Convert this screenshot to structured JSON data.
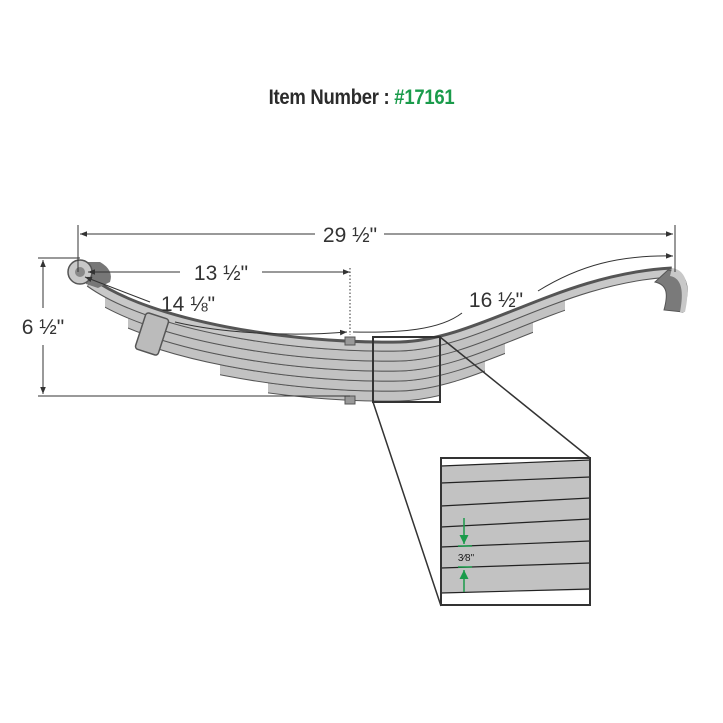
{
  "title": {
    "label": "Item Number :",
    "item_number": "#17161"
  },
  "dimensions": {
    "overall_length": "29 ½\"",
    "eye_to_center": "13 ½\"",
    "front_arc_length": "14 ⅛\"",
    "rear_arc_length": "16 ½\"",
    "height": "6 ½\"",
    "leaf_thickness": "3⁄8\""
  },
  "colors": {
    "accent": "#1a9b4b",
    "leaf": "#bdbdbd",
    "leaf_dark": "#6e6e6e",
    "lines": "#333333"
  }
}
